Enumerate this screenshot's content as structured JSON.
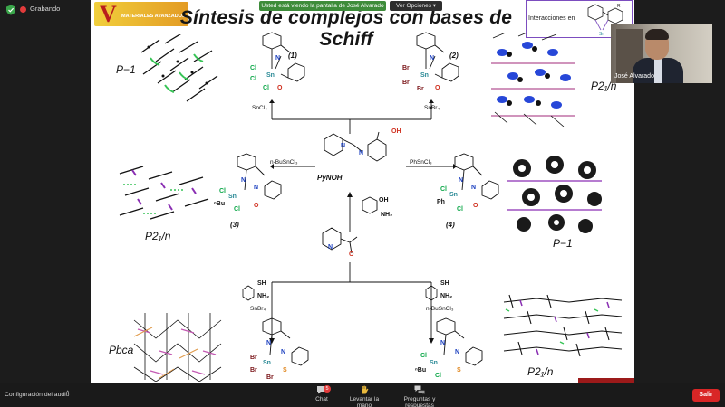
{
  "recording": {
    "label": "Grabando"
  },
  "share_banner": {
    "text": "Usted está viendo la pantalla de José Alvarado"
  },
  "view_options": {
    "label": "Ver Opciones ▾"
  },
  "slide": {
    "title": "Síntesis de complejos con bases de Schiff",
    "logo": {
      "letter": "V",
      "line1": "",
      "line2": "MATERIALES AVANZADOS"
    },
    "inset_label": "Interacciones en",
    "space_groups": {
      "top_left": "P−1",
      "top_right": "P2₁/n",
      "mid_left": "P2₁/n",
      "mid_right": "P−1",
      "bottom_left": "Pbca",
      "bottom_right": "P2₁/n"
    },
    "compounds": {
      "c1": "(1)",
      "c2": "(2)",
      "c3": "(3)",
      "c4": "(4)"
    },
    "center_ligand": "PyNOH",
    "reagents": {
      "sncl4": "SnCl₄",
      "snbr4_top": "SnBr₄",
      "nbusncl3_left": "n-BuSnCl₃",
      "phsncl3": "PhSnCl₃",
      "snbr4_bottom": "SnBr₄",
      "nbusncl3_right": "n-BuSnCl₃"
    },
    "atoms": {
      "N": "N",
      "O": "O",
      "Cl": "Cl",
      "Br": "Br",
      "Sn": "Sn",
      "S": "S",
      "OH": "OH",
      "NH2": "NH₂",
      "SH": "SH",
      "Ph": "Ph",
      "nBu": "ⁿBu"
    }
  },
  "webcam": {
    "name": "José Alvarado"
  },
  "toolbar": {
    "audio": "Configuración del audio",
    "chat": "Chat",
    "chat_badge": "5",
    "raise_hand": "Levantar la mano",
    "qa": "Preguntas y respuestas",
    "leave": "Salir"
  },
  "colors": {
    "nitrogen": "#1b3fbf",
    "oxygen": "#d0301f",
    "chlorine": "#0fa84a",
    "bromine": "#7a1418",
    "tin": "#2a8a96",
    "sulfur": "#e0851b",
    "leave_button": "#d92626"
  }
}
